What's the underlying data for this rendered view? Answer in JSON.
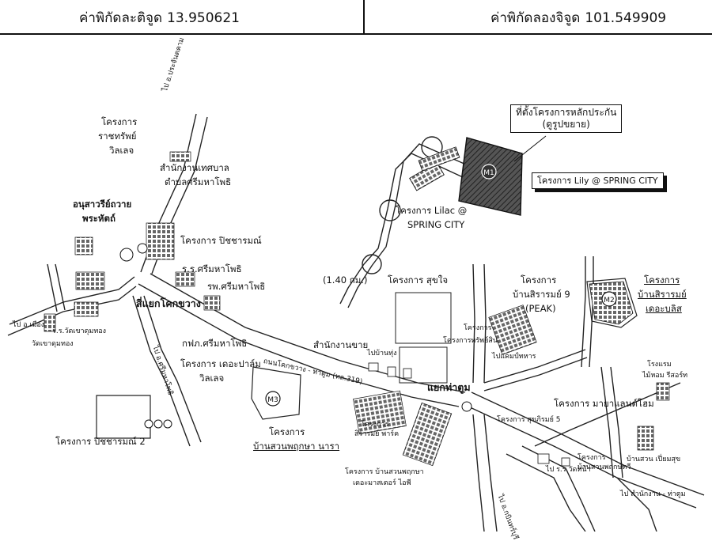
{
  "coordinates": {
    "latitude_label": "ค่าพิกัดละติจูด",
    "latitude": "13.950621",
    "longitude_label": "ค่าพิกัดลองจิจูด",
    "longitude": "101.549909"
  },
  "markers": {
    "m1": "M1",
    "m2": "M2",
    "m3": "M3"
  },
  "labels": {
    "main_project_title": "ที่ตั้งโครงการหลักประกัน",
    "main_project_sub": "(ดูรูปขยาย)",
    "lily_spring_city": "โครงการ Lily @ SPRING CITY",
    "lilac_line1": "โครงการ Lilac @",
    "lilac_line2": "SPRING CITY",
    "rajabhat_1": "โครงการ",
    "rajabhat_2": "ราชทรัพย์",
    "rajabhat_3": "วิลเลจ",
    "municipal_1": "สำนักงานเทศบาล",
    "municipal_2": "ตำบลศรีมหาโพธิ",
    "monument_1": "อนุสาวรีย์ถวาย",
    "monument_2": "พระหัตถ์",
    "pitcharamon": "โครงการ ปิชชารมณ์",
    "school": "ร.ร.ศรีมหาโพธิ",
    "hospital": "รพ.ศรีมหาโพธิ",
    "intersection_kokkwang": "สี่แยกโคกขวาง",
    "to_prachinburi": "ไป อ.เมือง",
    "wat_1": "วัดเขาดุมทอง",
    "wat_2": "ร.ร.วัดเขาดุมทอง",
    "elec_office": "กฟภ.ศรีมหาโพธิ",
    "tapalm_1": "โครงการ เดอะปาล์ม",
    "tapalm_2": "วิลเลจ",
    "pitcharamon2": "โครงการ ปิชชารมณ์ 2",
    "distance": "(1.40 กม.)",
    "sukjai": "โครงการ สุขใจ",
    "sub_district": "สำนักงานขาย",
    "intersection_tatoom": "แยกท่าตูม",
    "sirarom9_1": "โครงการ",
    "sirarom9_2": "บ้านสิรารมย์ 9",
    "sirarom9_3": "(PEAK)",
    "sirarom_m2_1": "โครงการ",
    "sirarom_m2_2": "บ้านสิรารมย์",
    "sirarom_m2_3": "เดอะบลิส",
    "hotel_1": "โรงแรม",
    "hotel_2": "ไม้หอม รีสอร์ท",
    "mayahome": "โครงการ มายาแลนด์โฮม",
    "sirarom_park_1": "โครงการ",
    "sirarom_park_2": "สิรารมย์ พาร์ค",
    "pattaya_1": "โครงการ",
    "pattaya_2": "บ้านสวนพฤกษา นารา",
    "suanpruksa_1": "โครงการ บ้านสวนพฤกษา",
    "suanpruksa_2": "เดอะมาสเตอร์ ไอพี",
    "sukpirom": "โครงการ สุขภิรมย์ 5",
    "suan_nuanchan_1": "โครงการ",
    "suan_nuanchan_2": "บ้านสวนพฤกษ์ทวี",
    "house_tam": "บ้านสวน เปี่ยมสุข",
    "road_main": "ถนนโคกขวาง - ท่าตูม (ทล.319)",
    "to_north": "ไป อ.ประจันตคาม",
    "to_south": "ไป อ.ศรีมหาโพธิ",
    "to_east": "ไป อ.กบินทร์บุรี",
    "to_sw": "ไป ร.ร.วัดหน้า",
    "to_se": "ไป สำนักงาน - ท่าตูม",
    "small_1": "โครงการ",
    "small_2": "โครงการทรัพย์สิน",
    "small_3": "ไปบ้านทุ่ง",
    "small_4": "ไปแคมป์ทหาร"
  }
}
